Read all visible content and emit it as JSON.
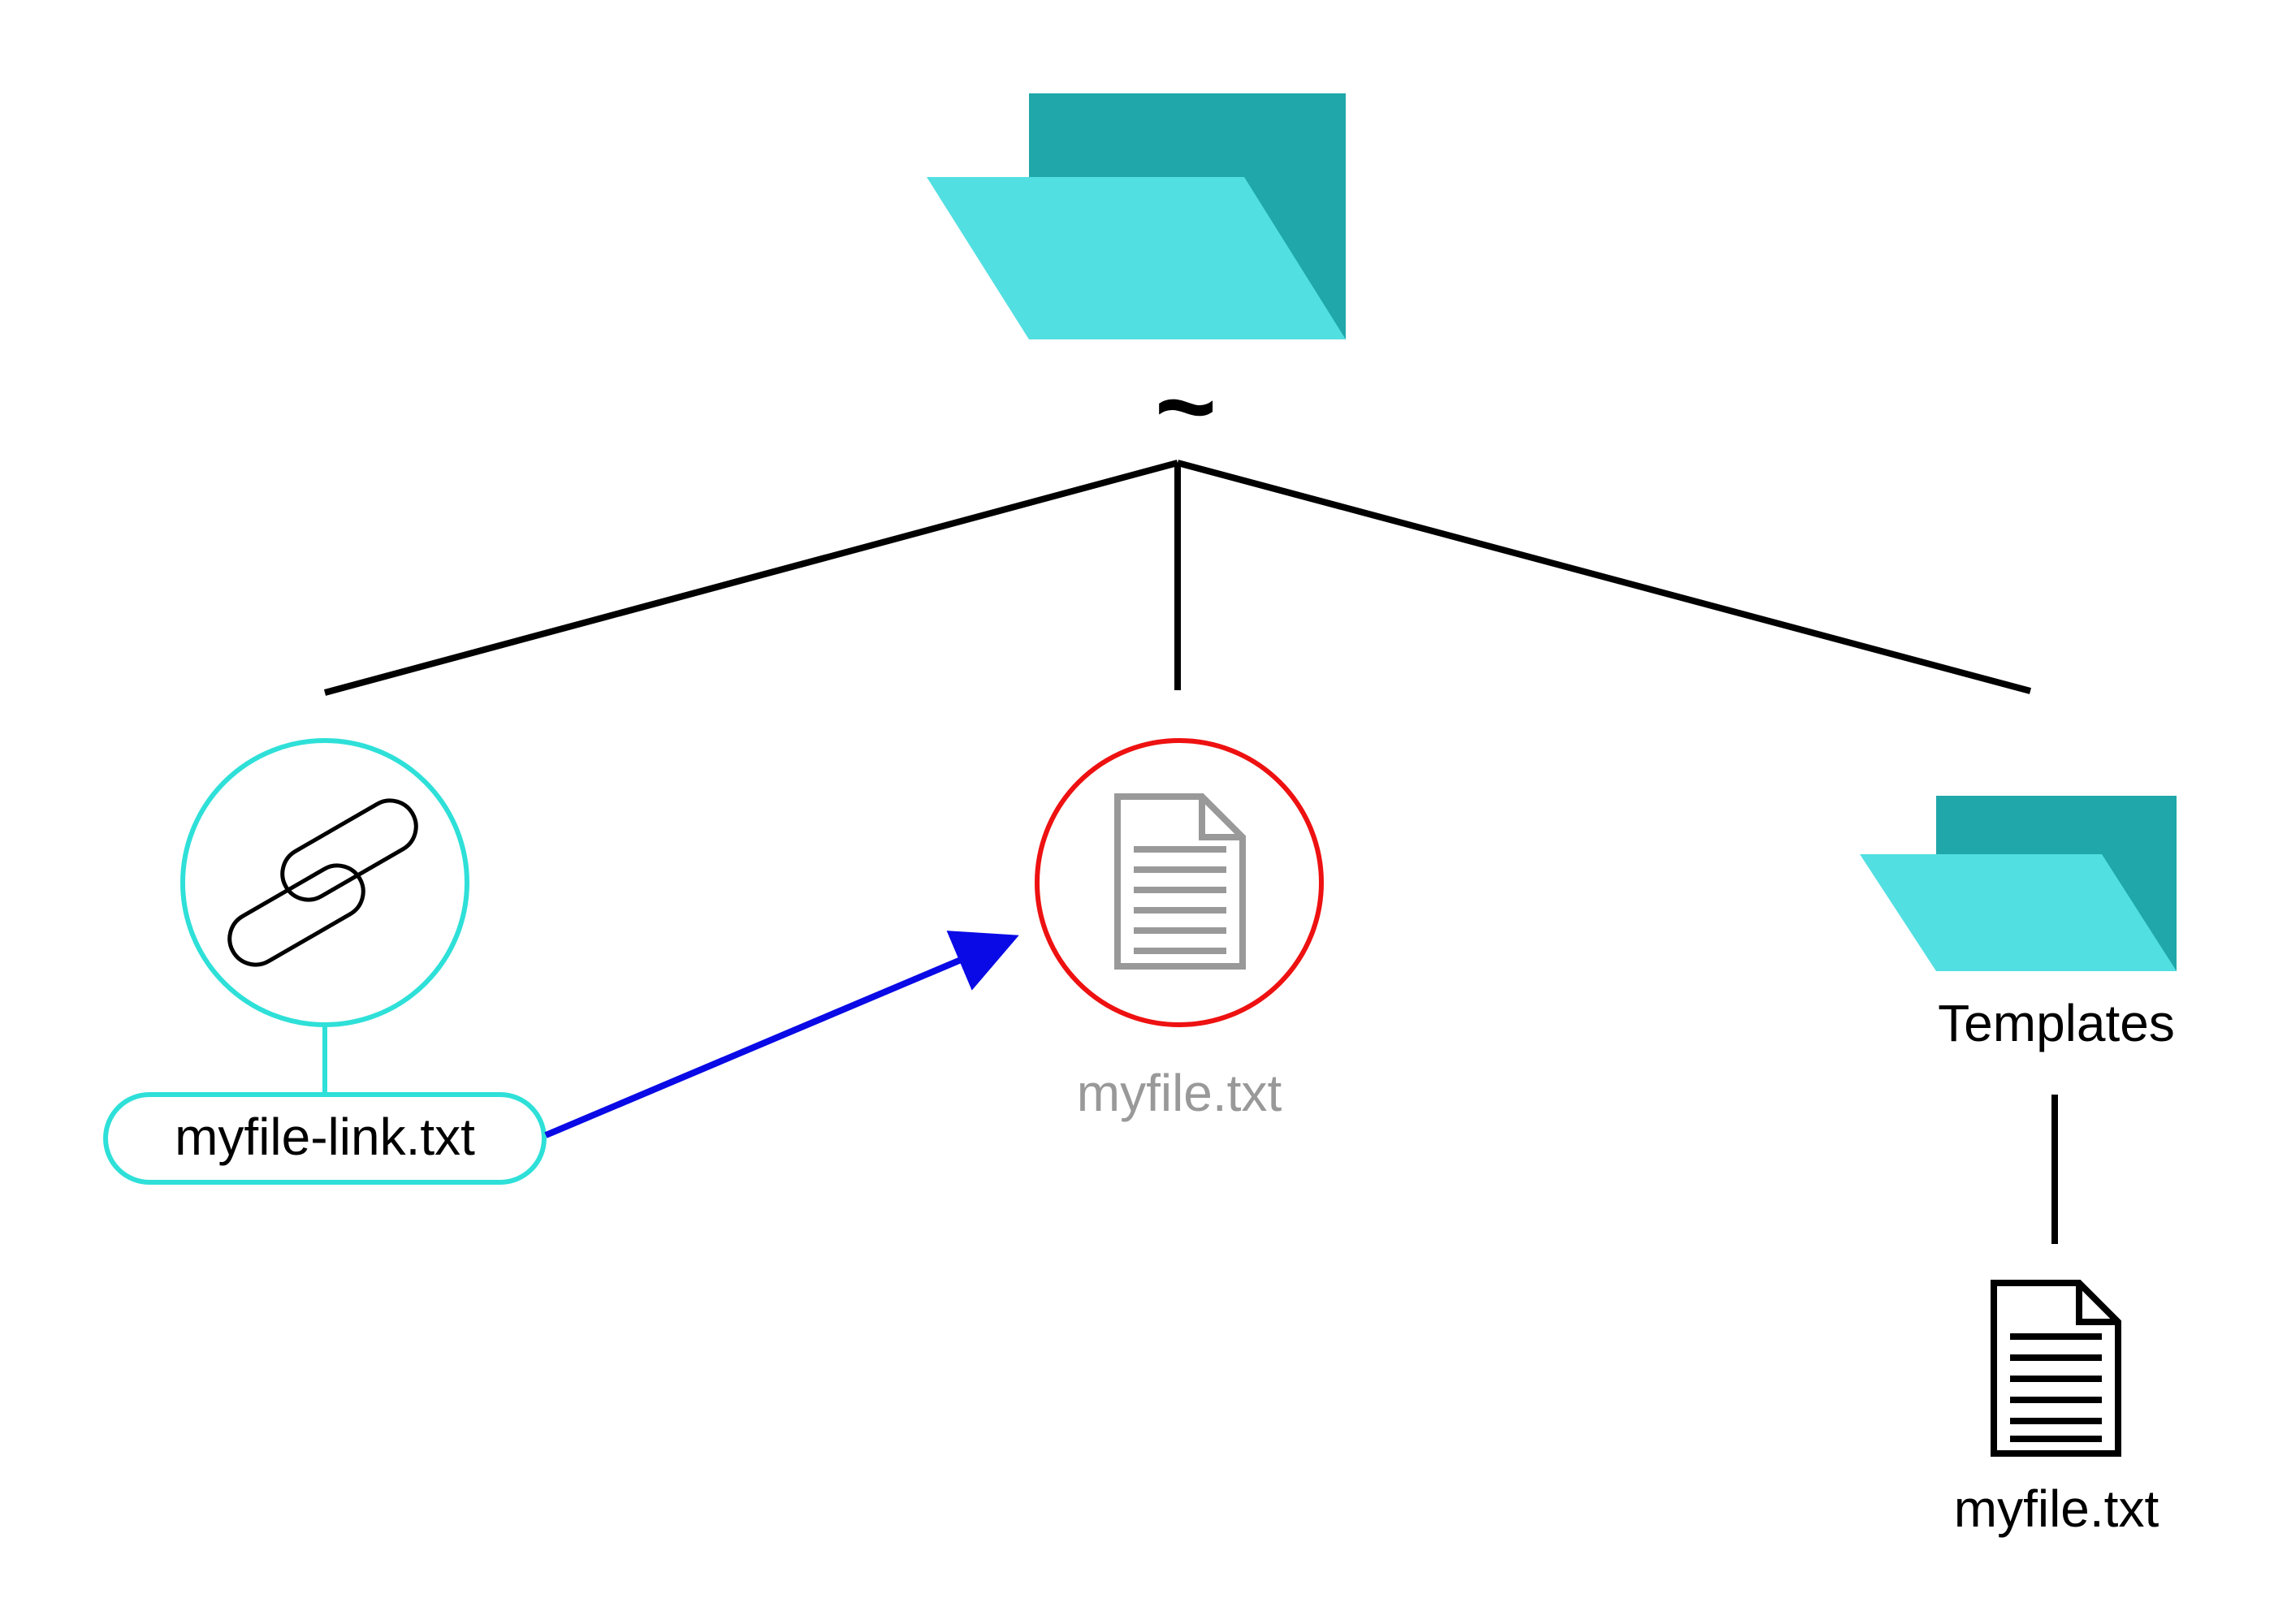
{
  "root": {
    "label": "~",
    "icon": "folder-open-icon"
  },
  "children": [
    {
      "id": "symlink",
      "label": "myfile-link.txt",
      "icon": "link-chain-icon",
      "circle_color": "#2ee0d8",
      "label_color": "#000000"
    },
    {
      "id": "target",
      "label": "myfile.txt",
      "icon": "document-icon",
      "circle_color": "#ee1111",
      "label_color": "#999999"
    },
    {
      "id": "templates",
      "label": "Templates",
      "icon": "folder-open-icon",
      "label_color": "#000000",
      "children": [
        {
          "id": "templates-file",
          "label": "myfile.txt",
          "icon": "document-icon",
          "label_color": "#000000"
        }
      ]
    }
  ],
  "colors": {
    "folder_back": "#1fa7a9",
    "folder_front": "#52dfe1",
    "tree_line": "#000000",
    "link_arrow": "#0a0ae6",
    "link_accent": "#2ee0d8",
    "doc_gray": "#999999",
    "doc_black": "#000000"
  }
}
